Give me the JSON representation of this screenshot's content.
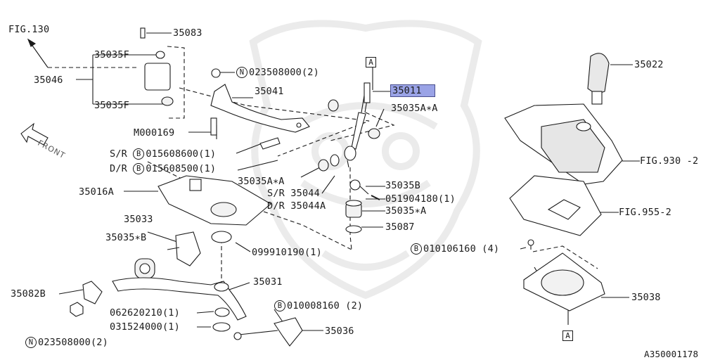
{
  "refs": {
    "fig130": "FIG.130",
    "p35083": "35083",
    "p35035F_top": "35035F",
    "p35046": "35046",
    "p35035F_bot": "35035F",
    "m000169": "M000169",
    "p35041": "35041",
    "n023508000_top": "023508000(2)",
    "p35011": "35011",
    "p35035AA_right": "35035A∗A",
    "sr015608600": "S/R",
    "sr015608600_num": "015608600(1)",
    "dr015608500": "D/R",
    "dr015608500_num": "015608500(1)",
    "p35035AA_mid": "35035A∗A",
    "sr35044": "S/R 35044",
    "dr35044A": "D/R 35044A",
    "p35035B": "35035B",
    "p051904180": "051904180(1)",
    "p35035A": "35035∗A",
    "p35087": "35087",
    "p35016A": "35016A",
    "p35033": "35033",
    "p35035B_left": "35035∗B",
    "p099910190": "099910190(1)",
    "p35031": "35031",
    "p35082B": "35082B",
    "p062620210": "062620210(1)",
    "p031524000": "031524000(1)",
    "n023508000_bot": "023508000(2)",
    "b010008160": "010008160 (2)",
    "p35036": "35036",
    "p35022": "35022",
    "fig930": "FIG.930 -2",
    "fig955": "FIG.955-2",
    "b010106160": "010106160 (4)",
    "p35038": "35038",
    "catalog": "A350001178"
  },
  "markers": {
    "n": "N",
    "b": "B",
    "a": "A"
  },
  "front_label": "FRONT",
  "colors": {
    "line": "#1a1a1a",
    "highlight": "#9aa3e6",
    "watermark": "#ebebeb",
    "part_fill": "#f2f2f2"
  }
}
